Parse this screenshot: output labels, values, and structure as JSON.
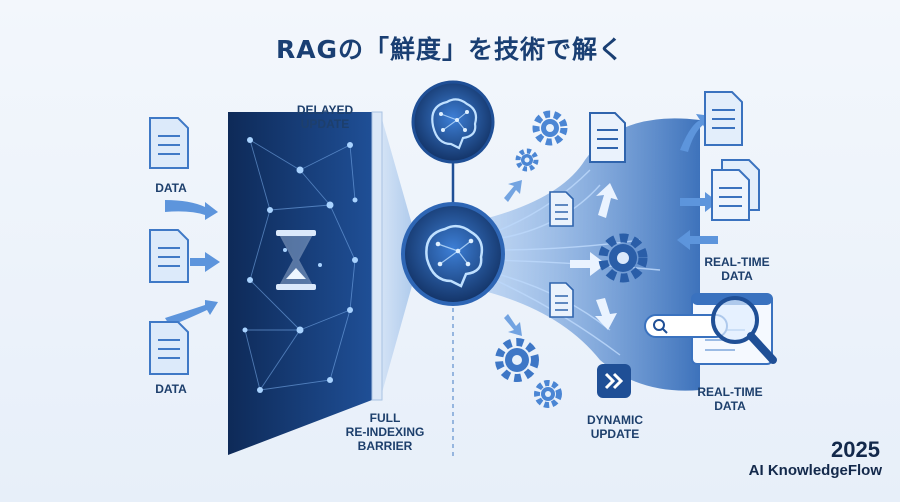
{
  "header": {
    "title": "RAGの「鮮度」を技術で解く"
  },
  "labels": {
    "data_top": "DATA",
    "data_bottom": "DATA",
    "delayed_update_1": "DELAYED",
    "delayed_update_2": "UPDATE",
    "full_1": "FULL",
    "full_2": "RE-INDEXING",
    "full_3": "BARRIER",
    "realtime_top_1": "REAL-TIME",
    "realtime_top_2": "DATA",
    "realtime_bottom_1": "REAL-TIME",
    "realtime_bottom_2": "DATA",
    "dynamic_1": "DYNAMIC",
    "dynamic_2": "UPDATE"
  },
  "brand": {
    "year": "2025",
    "name": "AI KnowledgeFlow"
  },
  "icons": [
    "document-icon",
    "hourglass-icon",
    "brain-icon",
    "gear-icon",
    "search-icon",
    "fast-forward-icon",
    "arrow-icon"
  ],
  "colors": {
    "primary": "#1f4f96",
    "dark": "#0f2c5c",
    "light": "#6fa4e6",
    "accent": "#2e7de0"
  }
}
